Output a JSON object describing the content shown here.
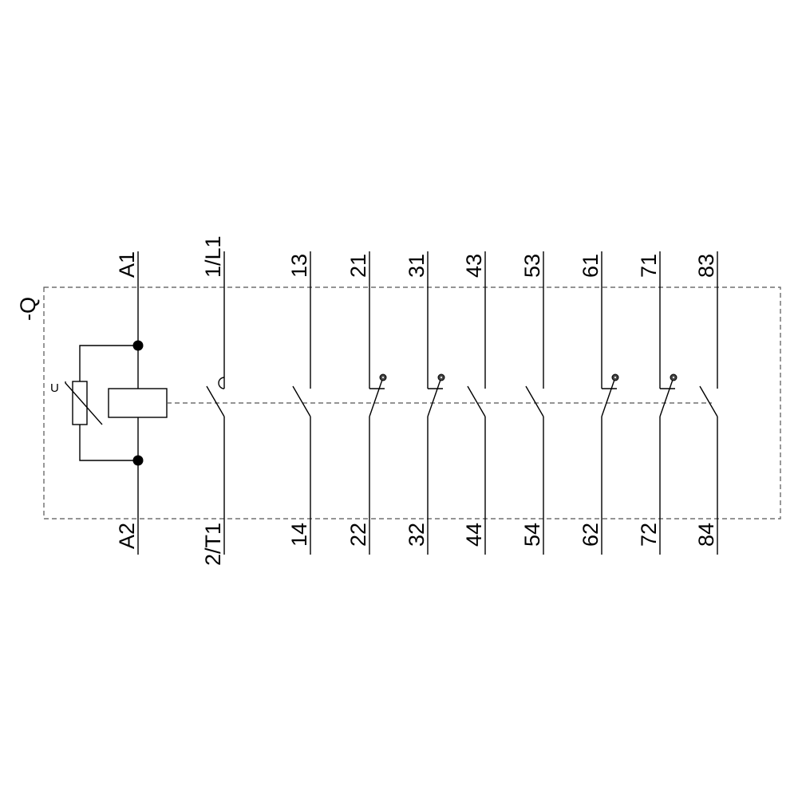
{
  "device_tag": "-Q",
  "varistor_label": "U",
  "coil": {
    "top": "A1",
    "bottom": "A2"
  },
  "main_contact": {
    "top": "1/L1",
    "bottom": "2/T1"
  },
  "aux_contacts": [
    {
      "top": "13",
      "bottom": "14",
      "type": "NO"
    },
    {
      "top": "21",
      "bottom": "22",
      "type": "NC"
    },
    {
      "top": "31",
      "bottom": "32",
      "type": "NC"
    },
    {
      "top": "43",
      "bottom": "44",
      "type": "NO"
    },
    {
      "top": "53",
      "bottom": "54",
      "type": "NO"
    },
    {
      "top": "61",
      "bottom": "62",
      "type": "NC"
    },
    {
      "top": "71",
      "bottom": "72",
      "type": "NC"
    },
    {
      "top": "83",
      "bottom": "84",
      "type": "NO"
    }
  ]
}
